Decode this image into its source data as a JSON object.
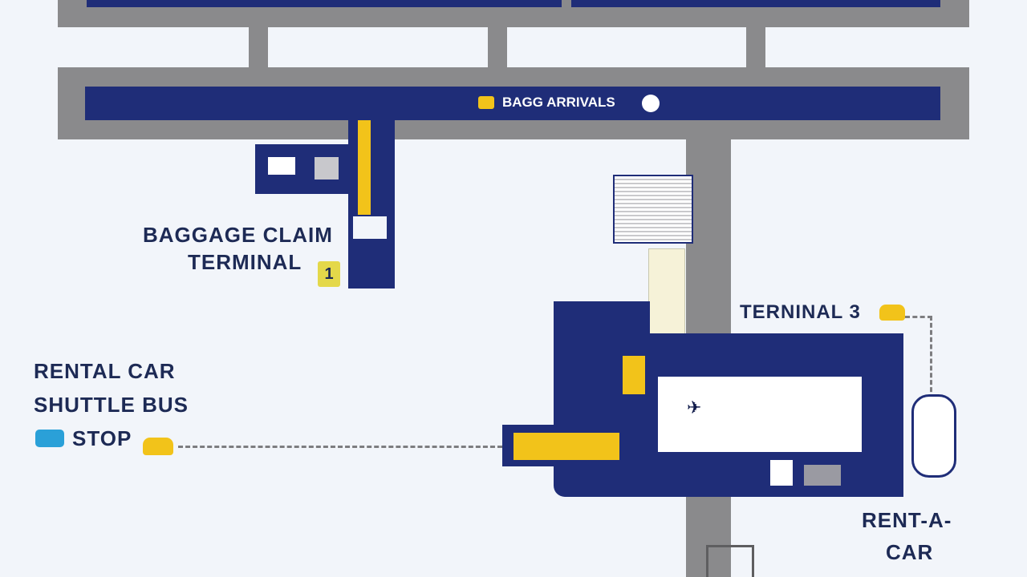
{
  "map": {
    "labels": {
      "banner": "BAGG ARRIVALS",
      "baggage_claim": "BAGGAGE CLAIM",
      "terminal_left": "TERMINAL",
      "terminal_badge": "1",
      "terminal_3": "TERNINAL 3",
      "rental_line1": "RENTAL CAR",
      "rental_line2": "SHUTTLE BUS",
      "rental_line3": "STOP",
      "rent_a_car_line1": "RENT-A-",
      "rent_a_car_line2": "CAR"
    },
    "icons": [
      "shuttle-bus-icon",
      "car-icon",
      "plane-icon",
      "rental-car-icon",
      "person-icon"
    ],
    "colors": {
      "navy": "#1f2d78",
      "road": "#8a8a8c",
      "yellow": "#f2c31a",
      "background": "#f2f5fa",
      "blue_accent": "#2aa0d8"
    }
  }
}
